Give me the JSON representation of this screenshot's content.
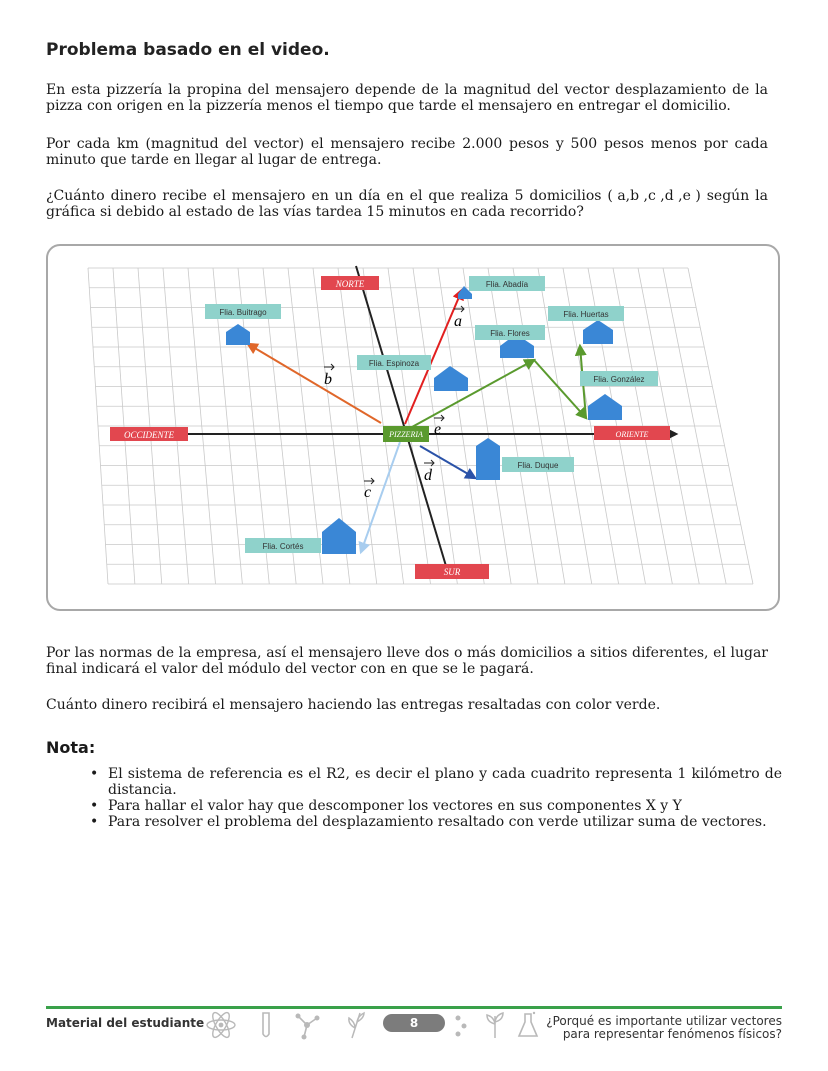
{
  "heading": "Problema basado en el video.",
  "paragraphs": {
    "p1": "En esta pizzería la propina del mensajero depende de la magnitud del vector desplazamiento de la pizza con origen en la pizzería menos el tiempo que tarde el mensajero en entregar el domicilio.",
    "p2": "Por cada km (magnitud del vector) el mensajero recibe 2.000 pesos y 500 pesos menos por cada minuto que tarde en llegar al lugar de entrega.",
    "p3_before": "¿Cuánto dinero recibe el mensajero en un día en el que realiza 5 domicilios",
    "p3_vectors": "( a,b ,c ,d ,e )",
    "p3_after": "según la gráfica si debido al estado de las vías tardea 15 minutos en cada recorrido?",
    "p4": "Por las normas de la empresa, así el mensajero lleve dos o más domicilios a sitios diferentes, el lugar final indicará el valor del módulo del vector con en que se le pagará.",
    "p5": "Cuánto dinero recibirá el mensajero haciendo las entregas resaltadas con color verde."
  },
  "figure": {
    "axes": {
      "north": "NORTE",
      "south": "SUR",
      "west": "OCCIDENTE",
      "east": "ORIENTE",
      "origin": "PIZZERIA"
    },
    "vector_labels": {
      "a": "a",
      "b": "b",
      "c": "c",
      "d": "d",
      "e": "e"
    },
    "houses": {
      "buitrago": "Flia. Buitrago",
      "abadia": "Flia. Abadía",
      "huertas": "Flia. Huertas",
      "flores": "Flia. Flores",
      "espinoza": "Flia. Espinoza",
      "gonzalez": "Flia. González",
      "duque": "Flia. Duque",
      "cortes": "Flia. Cortés"
    },
    "colors": {
      "grid": "#c9c9c9",
      "axis_label": "#e2474f",
      "origin_label": "#5a9a2e",
      "house_label": "#8fd2cb",
      "house": "#3a87d6",
      "vector_a": "#e21f1f",
      "vector_b": "#e0672a",
      "vector_c": "#a8cdef",
      "vector_d": "#2a52a8",
      "vector_green": "#5a9a2e"
    }
  },
  "note_title": "Nota:",
  "notes": [
    "El sistema de referencia es el R2, es decir el plano y cada cuadrito representa 1 kilómetro de distancia.",
    "Para hallar el valor hay que descomponer los vectores en sus componentes X y Y",
    "Para resolver el problema del desplazamiento resaltado con verde utilizar suma de vectores."
  ],
  "footer": {
    "left": "Material del estudiante",
    "page": "8",
    "right_line1": "¿Porqué es importante utilizar vectores",
    "right_line2": "para representar fenómenos físicos?"
  },
  "footer_icons": [
    "atom-icon",
    "test-tube-icon",
    "molecule-icon",
    "leaf-icon",
    "dots-icon",
    "leaf-icon",
    "flask-icon"
  ]
}
